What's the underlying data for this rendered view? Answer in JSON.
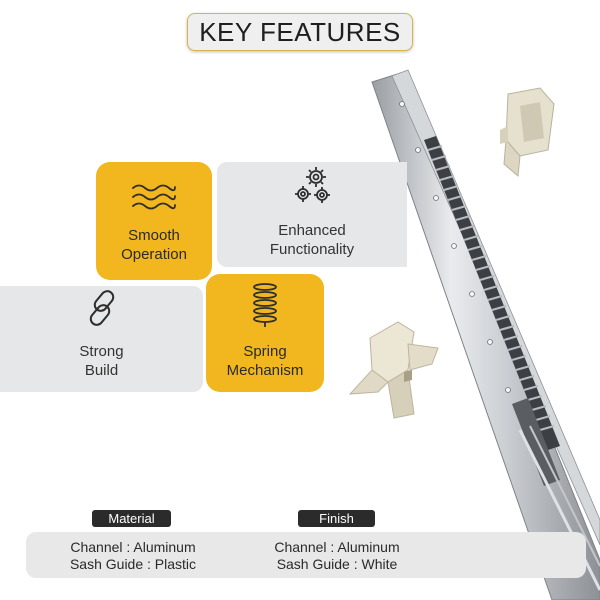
{
  "title": "KEY FEATURES",
  "features": [
    {
      "label": "Smooth\nOperation",
      "icon": "waves-icon"
    },
    {
      "label": "Enhanced\nFunctionality",
      "icon": "gears-icon"
    },
    {
      "label": "Strong\nBuild",
      "icon": "chain-link-icon"
    },
    {
      "label": "Spring\nMechanism",
      "icon": "spring-coil-icon"
    }
  ],
  "specs": {
    "material": {
      "heading": "Material",
      "line1": "Channel : Aluminum",
      "line2": "Sash Guide : Plastic"
    },
    "finish": {
      "heading": "Finish",
      "line1": "Channel : Aluminum",
      "line2": "Sash Guide : White"
    }
  },
  "colors": {
    "accent_yellow": "#f2b71f",
    "tile_gray": "#e6e7e9",
    "badge_dark": "#2b2b2b"
  }
}
